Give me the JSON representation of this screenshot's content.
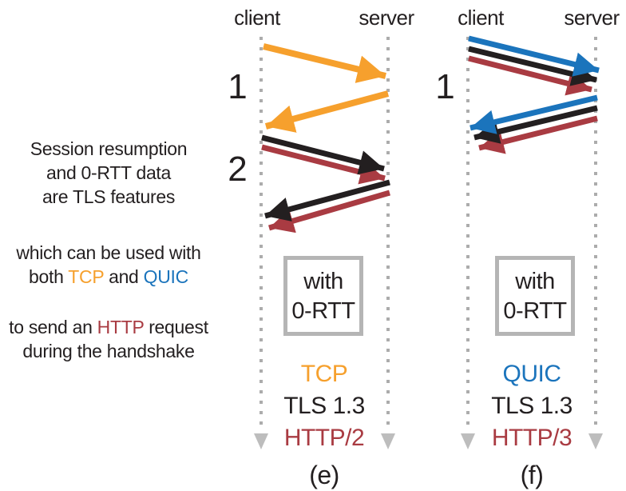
{
  "colors": {
    "tcp": "#F6A02D",
    "quic": "#1B74BC",
    "http": "#A93B42",
    "ink": "#231F20",
    "dots": "#ACACAC",
    "arrow_gray": "#BDBDBD",
    "box_border": "#B5B5B5"
  },
  "note": {
    "p1l1": "Session resumption",
    "p1l2": "and 0-RTT data",
    "p1l3": "are TLS features",
    "p2l1": "which can be used with",
    "p2l2_pre": "both ",
    "p2l2_tcp": "TCP",
    "p2l2_mid": " and ",
    "p2l2_quic": "QUIC",
    "p3l1_pre": "to send an ",
    "p3l1_http": "HTTP",
    "p3l1_post": " request",
    "p3l2": "during the handshake"
  },
  "diagram_e": {
    "client_label": "client",
    "server_label": "server",
    "step1": "1",
    "step2": "2",
    "box_line1": "with",
    "box_line2": "0-RTT",
    "protocols": [
      {
        "label": "TCP"
      },
      {
        "label": "TLS 1.3"
      },
      {
        "label": "HTTP/2"
      }
    ],
    "caption": "(e)"
  },
  "diagram_f": {
    "client_label": "client",
    "server_label": "server",
    "step1": "1",
    "box_line1": "with",
    "box_line2": "0-RTT",
    "protocols": [
      {
        "label": "QUIC"
      },
      {
        "label": "TLS 1.3"
      },
      {
        "label": "HTTP/3"
      }
    ],
    "caption": "(f)"
  }
}
